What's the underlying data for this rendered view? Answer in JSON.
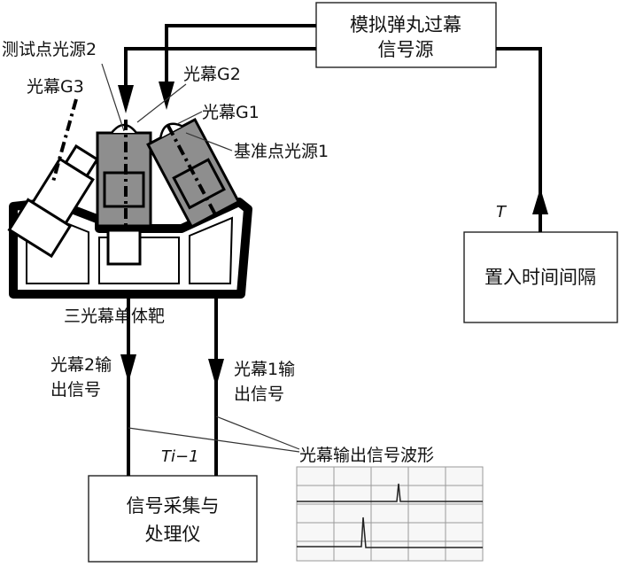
{
  "labels": {
    "simulator": "模拟弹丸过幕信号源",
    "interval": "置入时间间隔",
    "daq": "信号采集与处理仪",
    "target": "三光幕单体靶",
    "test_light": "测试点光源2",
    "ref_light": "基准点光源1",
    "screen_g1": "光幕G1",
    "screen_g2": "光幕G2",
    "screen_g3": "光幕G3",
    "out2": "光幕2输出信号",
    "out1": "光幕1输出信号",
    "waveform": "光幕输出信号波形",
    "T": "T",
    "Ti": "Ti−1"
  },
  "colors": {
    "line": "#000000",
    "device_gray": "#8e8e8e"
  }
}
